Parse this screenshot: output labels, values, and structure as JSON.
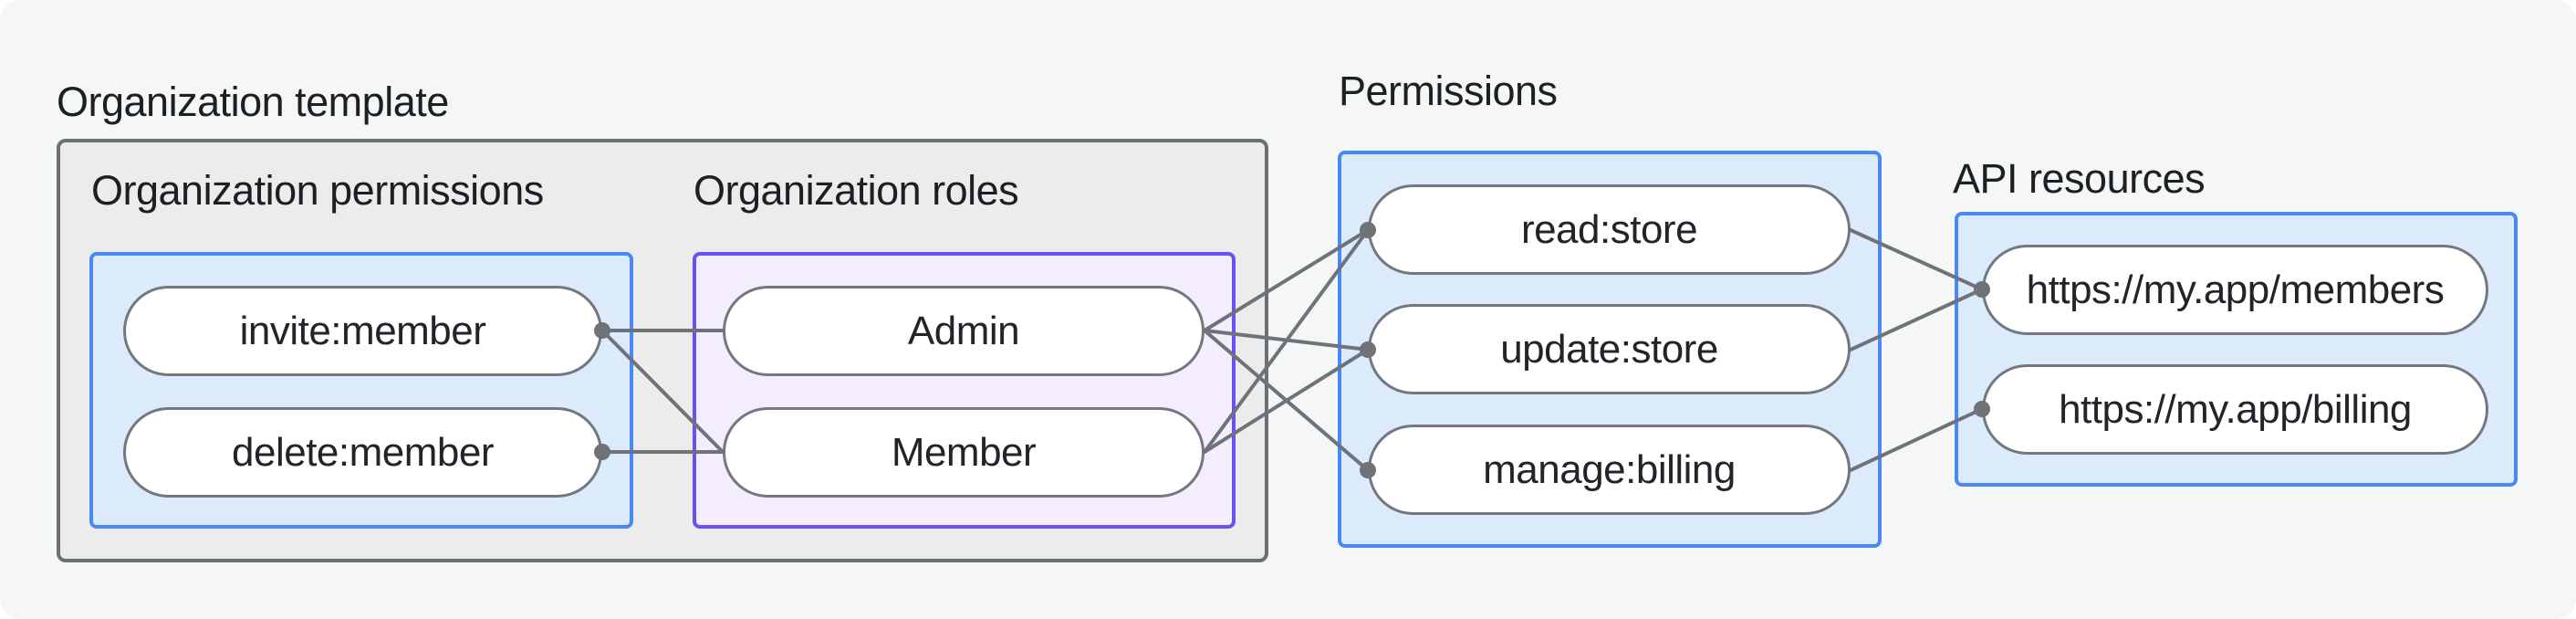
{
  "org_template": {
    "label": "Organization template",
    "org_permissions": {
      "label": "Organization permissions",
      "items": [
        "invite:member",
        "delete:member"
      ]
    },
    "org_roles": {
      "label": "Organization roles",
      "items": [
        "Admin",
        "Member"
      ]
    }
  },
  "permissions": {
    "label": "Permissions",
    "items": [
      "read:store",
      "update:store",
      "manage:billing"
    ]
  },
  "api_resources": {
    "label": "API resources",
    "items": [
      "https://my.app/members",
      "https://my.app/billing"
    ]
  },
  "connections": [
    {
      "from": "invite:member",
      "to": "Admin"
    },
    {
      "from": "invite:member",
      "to": "Member"
    },
    {
      "from": "delete:member",
      "to": "Member"
    },
    {
      "from": "Admin",
      "to": "read:store"
    },
    {
      "from": "Admin",
      "to": "update:store"
    },
    {
      "from": "Admin",
      "to": "manage:billing"
    },
    {
      "from": "Member",
      "to": "read:store"
    },
    {
      "from": "Member",
      "to": "update:store"
    },
    {
      "from": "read:store",
      "to": "https://my.app/members"
    },
    {
      "from": "update:store",
      "to": "https://my.app/members"
    },
    {
      "from": "manage:billing",
      "to": "https://my.app/billing"
    }
  ],
  "colors": {
    "canvas_bg": "#f5f6f6",
    "gray_box_bg": "#ececec",
    "gray_box_border": "#6b7076",
    "blue_box_bg": "#dcebfc",
    "blue_box_border": "#4a89f4",
    "purple_box_bg": "#f3edfd",
    "purple_box_border": "#6b50f3",
    "pill_border": "#74787e",
    "connector": "#6e737a",
    "text": "#1c1f24"
  }
}
